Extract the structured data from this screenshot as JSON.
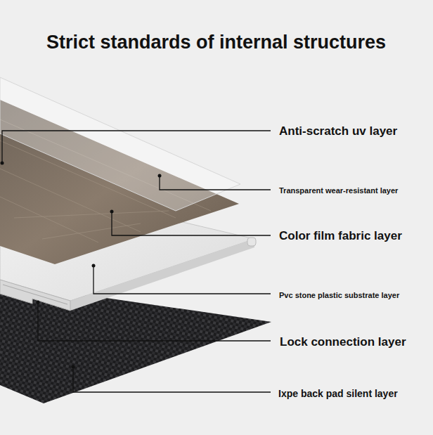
{
  "diagram": {
    "title": "Strict standards of internal structures",
    "labels": [
      "Anti-scratch uv layer",
      "Transparent wear-resistant layer",
      "Color film fabric layer",
      "Pvc stone plastic substrate layer",
      "Lock connection layer",
      "Ixpe back pad silent layer"
    ]
  }
}
